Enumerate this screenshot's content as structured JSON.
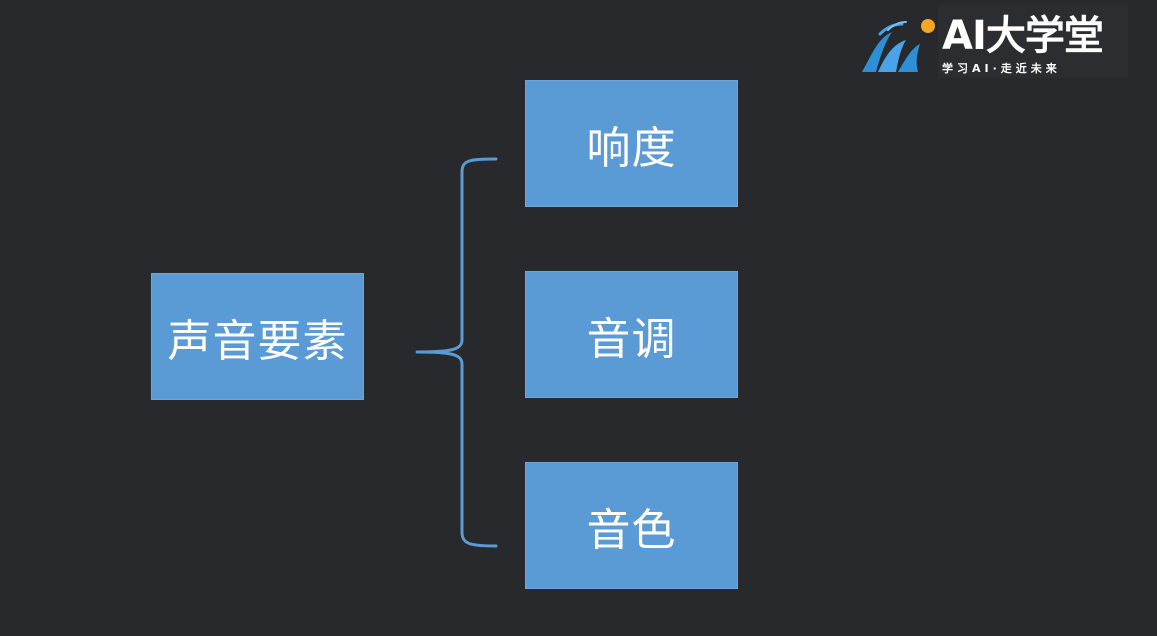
{
  "diagram": {
    "root": {
      "label": "声音要素"
    },
    "children": [
      {
        "label": "响度"
      },
      {
        "label": "音调"
      },
      {
        "label": "音色"
      }
    ],
    "colors": {
      "background": "#27292c",
      "box_fill": "#5b9bd5",
      "box_text": "#ffffff",
      "brace": "#5b9bd5"
    }
  },
  "logo": {
    "title": "AI大学堂",
    "subtitle": "学习AI·走近未来",
    "accent_colors": [
      "#2d8fd6",
      "#f5a623"
    ],
    "icon": "ai-logo-icon"
  }
}
